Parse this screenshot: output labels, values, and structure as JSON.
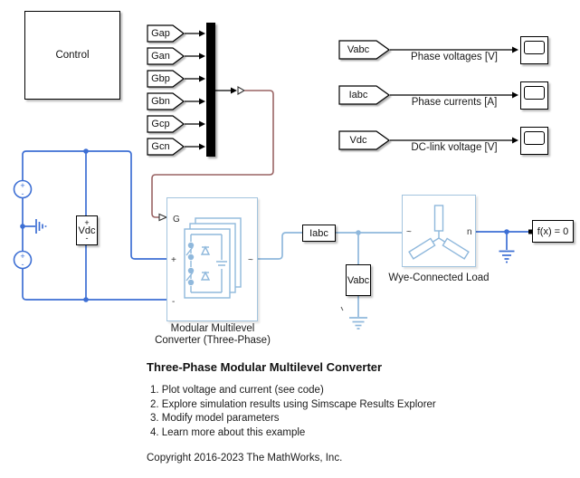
{
  "colors": {
    "dc_blue": "#3d6fd4",
    "ac_lightblue": "#8fb8dc",
    "block_lightblue": "#a3c4de",
    "gate_brown": "#9a6464"
  },
  "control_block": {
    "label": "Control"
  },
  "gate_tags": {
    "items": [
      "Gap",
      "Gan",
      "Gbp",
      "Gbn",
      "Gcp",
      "Gcn"
    ]
  },
  "monitor_rows": [
    {
      "tag": "Vabc",
      "label": "Phase voltages [V]"
    },
    {
      "tag": "Iabc",
      "label": "Phase currents [A]"
    },
    {
      "tag": "Vdc",
      "label": "DC-link voltage [V]"
    }
  ],
  "dc_source": {
    "plus": "+",
    "minus": "-"
  },
  "vdc_sensor": {
    "plus": "+",
    "label": "Vdc",
    "minus": "-"
  },
  "converter": {
    "port_g": "G",
    "port_plus": "+",
    "port_minus": "-",
    "port_ac": "~",
    "label_line1": "Modular Multilevel",
    "label_line2": "Converter (Three-Phase)"
  },
  "iabc_block": {
    "label": "Iabc"
  },
  "vabc_block": {
    "label": "Vabc"
  },
  "wye_load": {
    "port_ac": "~",
    "port_n": "n",
    "label": "Wye-Connected Load"
  },
  "solver": {
    "label": "f(x) = 0"
  },
  "notes": {
    "title": "Three-Phase Modular Multilevel Converter",
    "items": [
      "1. Plot voltage and current (see code)",
      "2. Explore simulation results using Simscape Results Explorer",
      "3. Modify model parameters",
      "4. Learn more about this example"
    ],
    "copyright": "Copyright 2016-2023 The MathWorks, Inc."
  }
}
